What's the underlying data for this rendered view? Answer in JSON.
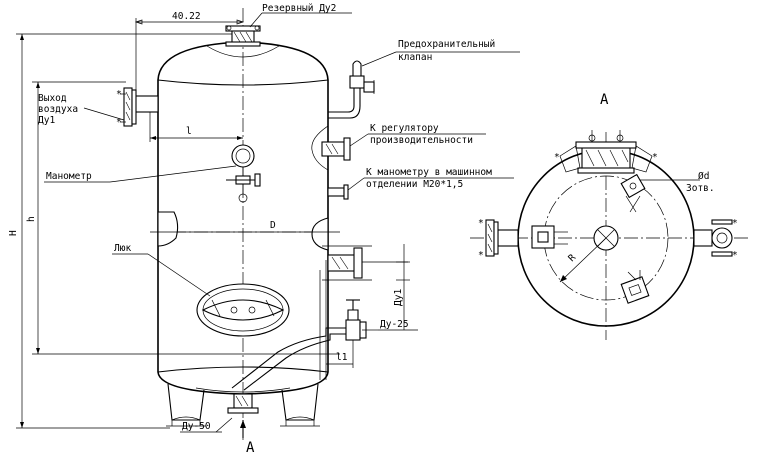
{
  "labels": {
    "reserve": "Резервный Ду2",
    "safety_valve_1": "Предохранительный",
    "safety_valve_2": "клапан",
    "air_outlet_1": "Выход",
    "air_outlet_2": "воздуха",
    "air_outlet_3": "Ду1",
    "regulator_1": "К регулятору",
    "regulator_2": "производительности",
    "manometer": "Манометр",
    "machine_manometer_1": "К манометру в машинном",
    "machine_manometer_2": "отделении М20*1,5",
    "hatch": "Люк",
    "du25": "Ду-25",
    "du50": "Ду-50",
    "du1_vertical": "Ду1",
    "view_a_top": "A",
    "view_a_bottom": "A",
    "hole_1": "Ød",
    "hole_2": "3отв."
  },
  "dimensions": {
    "top_width": "40.22",
    "l": "l",
    "l1": "l1",
    "D": "D",
    "H": "H",
    "h": "h",
    "R": "R"
  }
}
